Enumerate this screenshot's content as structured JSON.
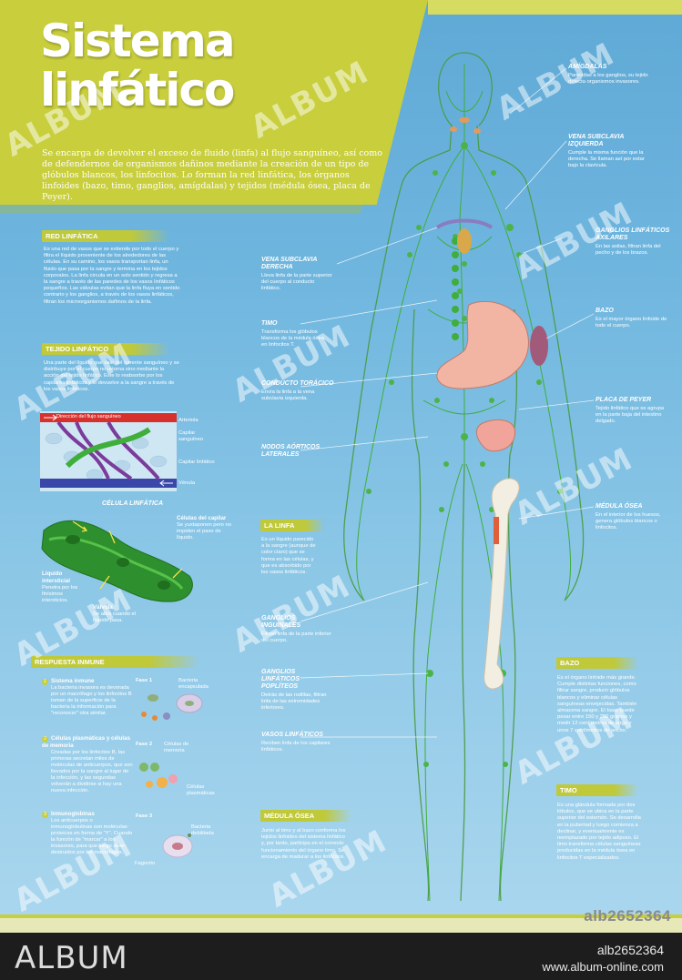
{
  "header": {
    "title_line1": "Sistema",
    "title_line2": "linfático",
    "intro": "Se encarga de devolver el exceso de fluido (linfa) al flujo sanguíneo, así como de defendernos de organismos dañinos mediante la creación de un tipo de glóbulos blancos, los linfocitos. Lo forman la red linfática, los órganos linfoides (bazo, timo, ganglios, amígdalas) y tejidos (médula ósea, placa de Peyer)."
  },
  "sections": {
    "red": {
      "title": "RED LINFÁTICA",
      "text": "Es una red de vasos que se extiende por todo el cuerpo y filtra el líquido proveniente de los alrededores de las células. En su camino, los vasos transportan linfa, un fluido que pasa por la sangre y termina en los tejidos corporales. La linfa circula en un solo sentido y regresa a la sangre a través de las paredes de los vasos linfáticos pequeños. Las válvulas evitan que la linfa fluya en sentido contrario y los ganglios, a través de los vasos linfáticos, filtran los microorganismos dañinos de la linfa."
    },
    "tejido": {
      "title": "TEJIDO LINFÁTICO",
      "text": "Una parte del líquido que sale del torrente sanguíneo y se distribuye por el cuerpo no retorna sino mediante la acción del tejido linfático. Este lo reabsorbe por los capilares linfáticos y lo devuelve a la sangre a través de los vasos linfáticos."
    },
    "flow_diagram": {
      "direction": "Dirección del flujo sanguíneo",
      "arteriola": "Arteriola",
      "capilar_sang": "Capilar sanguíneo",
      "capilar_linf": "Capilar linfático",
      "venula": "Vénula"
    },
    "celula": {
      "title": "CÉLULA LINFÁTICA",
      "cap_title": "Células del capilar",
      "cap_text": "Se yuxtaponen pero no impiden el paso de líquido.",
      "liq_title": "Líquido intersticial",
      "liq_text": "Penetra por los finísimos intersticios.",
      "val_title": "Válvula",
      "val_text": "Se abre cuando el líquido pasa."
    },
    "respuesta": {
      "title": "RESPUESTA INMUNE",
      "items": [
        {
          "num": "1",
          "title": "Sistema inmune",
          "text": "La bacteria invasora es devorada por un macrófago y los linfocitos B toman de la superficie de la bacteria la información para \"reconocer\" otra similar."
        },
        {
          "num": "2",
          "title": "Células plasmáticas y células de memoria",
          "text": "Creadas por los linfocitos B, las primeras secretan miles de moléculas de anticuerpos, que son llevados por la sangre al lugar de la infección, y las segundas volverán a dividirse si hay una nueva infección."
        },
        {
          "num": "3",
          "title": "Inmunoglobinas",
          "text": "Los anticuerpos o inmunoglobulinas son moléculas proteicas en forma de \"Y\". Cuando la función de \"marcar\" a los invasores, para que luego sean destruidos por los macrófagos."
        }
      ],
      "fase1": "Fase 1",
      "fase1_label": "Bacteria encapsulada",
      "fase2": "Fase 2",
      "fase2_label_a": "Células de memoria",
      "fase2_label_b": "Células plasmáticas",
      "fase3": "Fase 3",
      "fase3_label_a": "Bacteria debilitada",
      "fase3_label_b": "Fagocito"
    },
    "linfa": {
      "title": "LA LINFA",
      "text": "Es un líquido parecido a la sangre (aunque de color claro) que se forma en las células, y que es absorbido por los vasos linfáticos."
    },
    "medula_sec": {
      "title": "MÉDULA ÓSEA",
      "text": "Junto al timo y al bazo conforma los tejidos linfoides del sistema linfático y, por tanto, participa en el correcto funcionamiento del órgano timo. Se encarga de madurar a los linfocitos."
    },
    "bazo_sec": {
      "title": "BAZO",
      "text": "Es el órgano linfoide más grande. Cumple distintas funciones, como filtrar sangre, producir glóbulos blancos y eliminar células sanguíneas envejecidas. También almacena sangre. El bazo puede pesar entre 150 y 250 gramos y medir 12 centímetros de largo y unos 7 centímetros de ancho."
    },
    "timo_sec": {
      "title": "TIMO",
      "text": "Es una glándula formada por dos lóbulos, que se ubica en la parte superior del esternón. Se desarrolla en la pubertad y luego comienza a declinar, y eventualmente es reemplazado por tejido adiposo. El timo transforma células sanguíneas producidas en la médula ósea en linfocitos T especializados."
    }
  },
  "labels_left": [
    {
      "id": "vena-derecha",
      "title": "VENA SUBCLAVIA DERECHA",
      "text": "Lleva linfa de la parte superior del cuerpo al conducto linfático."
    },
    {
      "id": "timo",
      "title": "TIMO",
      "text": "Transforma los glóbulos blancos de la médula ósea en linfocitos T."
    },
    {
      "id": "conducto",
      "title": "CONDUCTO TORÁCICO",
      "text": "Envía la linfa a la vena subclavia izquierda."
    },
    {
      "id": "nodos",
      "title": "NODOS AÓRTICOS LATERALES",
      "text": ""
    },
    {
      "id": "ganglios-inguinales",
      "title": "GANGLIOS INGUINALES",
      "text": "Filtran linfa de la parte inferior del cuerpo."
    },
    {
      "id": "ganglios-popliteos",
      "title": "GANGLIOS LINFÁTICOS POPLÍTEOS",
      "text": "Detrás de las rodillas, filtran linfa de las extremidades inferiores."
    },
    {
      "id": "vasos",
      "title": "VASOS LINFÁTICOS",
      "text": "Reciben linfa de los capilares linfáticos."
    }
  ],
  "labels_right": [
    {
      "id": "amigdalas",
      "title": "AMÍGDALAS",
      "text": "Parecidas a los ganglios, su tejido detecta organismos invasores."
    },
    {
      "id": "vena-izquierda",
      "title": "VENA SUBCLAVIA IZQUIERDA",
      "text": "Cumple la misma función que la derecha. Se llaman así por estar bajo la clavícula."
    },
    {
      "id": "ganglios-axilares",
      "title": "GANGLIOS LINFÁTICOS AXILARES",
      "text": "En las axilas, filtran linfa del pecho y de los brazos."
    },
    {
      "id": "bazo",
      "title": "BAZO",
      "text": "Es el mayor órgano linfoide de todo el cuerpo."
    },
    {
      "id": "placa",
      "title": "PLACA DE PEYER",
      "text": "Tejido linfático que se agrupa en la parte baja del intestino delgado."
    },
    {
      "id": "medula",
      "title": "MÉDULA ÓSEA",
      "text": "En el interior de los huesos, genera glóbulos blancos o linfocitos."
    }
  ],
  "watermark": {
    "text": "ALBUM",
    "code": "alb2652364"
  },
  "footer": {
    "logo": "ALBUM",
    "id": "alb2652364",
    "url": "www.album-online.com"
  },
  "colors": {
    "accent": "#c8ce3c",
    "background": "#6fb6df",
    "lymph": "#3fae3a",
    "footer": "#1d1d1d"
  }
}
